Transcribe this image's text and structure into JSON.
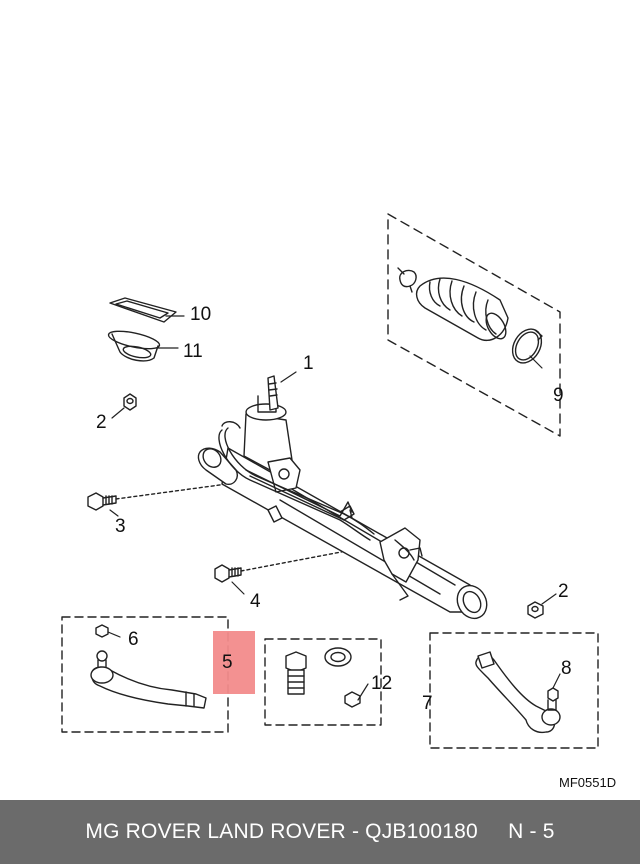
{
  "diagram": {
    "callouts": {
      "c1": "1",
      "c2a": "2",
      "c2b": "2",
      "c3": "3",
      "c4": "4",
      "c5": "5",
      "c6": "6",
      "c7": "7",
      "c8": "8",
      "c9": "9",
      "c10": "10",
      "c11": "11",
      "c12": "12"
    },
    "highlighted_callout": "5",
    "highlight_color": "#f28b8b",
    "drawing_code": "MF0551D"
  },
  "footer": {
    "text": "MG ROVER LAND ROVER - QJB100180     N - 5",
    "background": "#6b6b6b",
    "text_color": "#ffffff"
  }
}
